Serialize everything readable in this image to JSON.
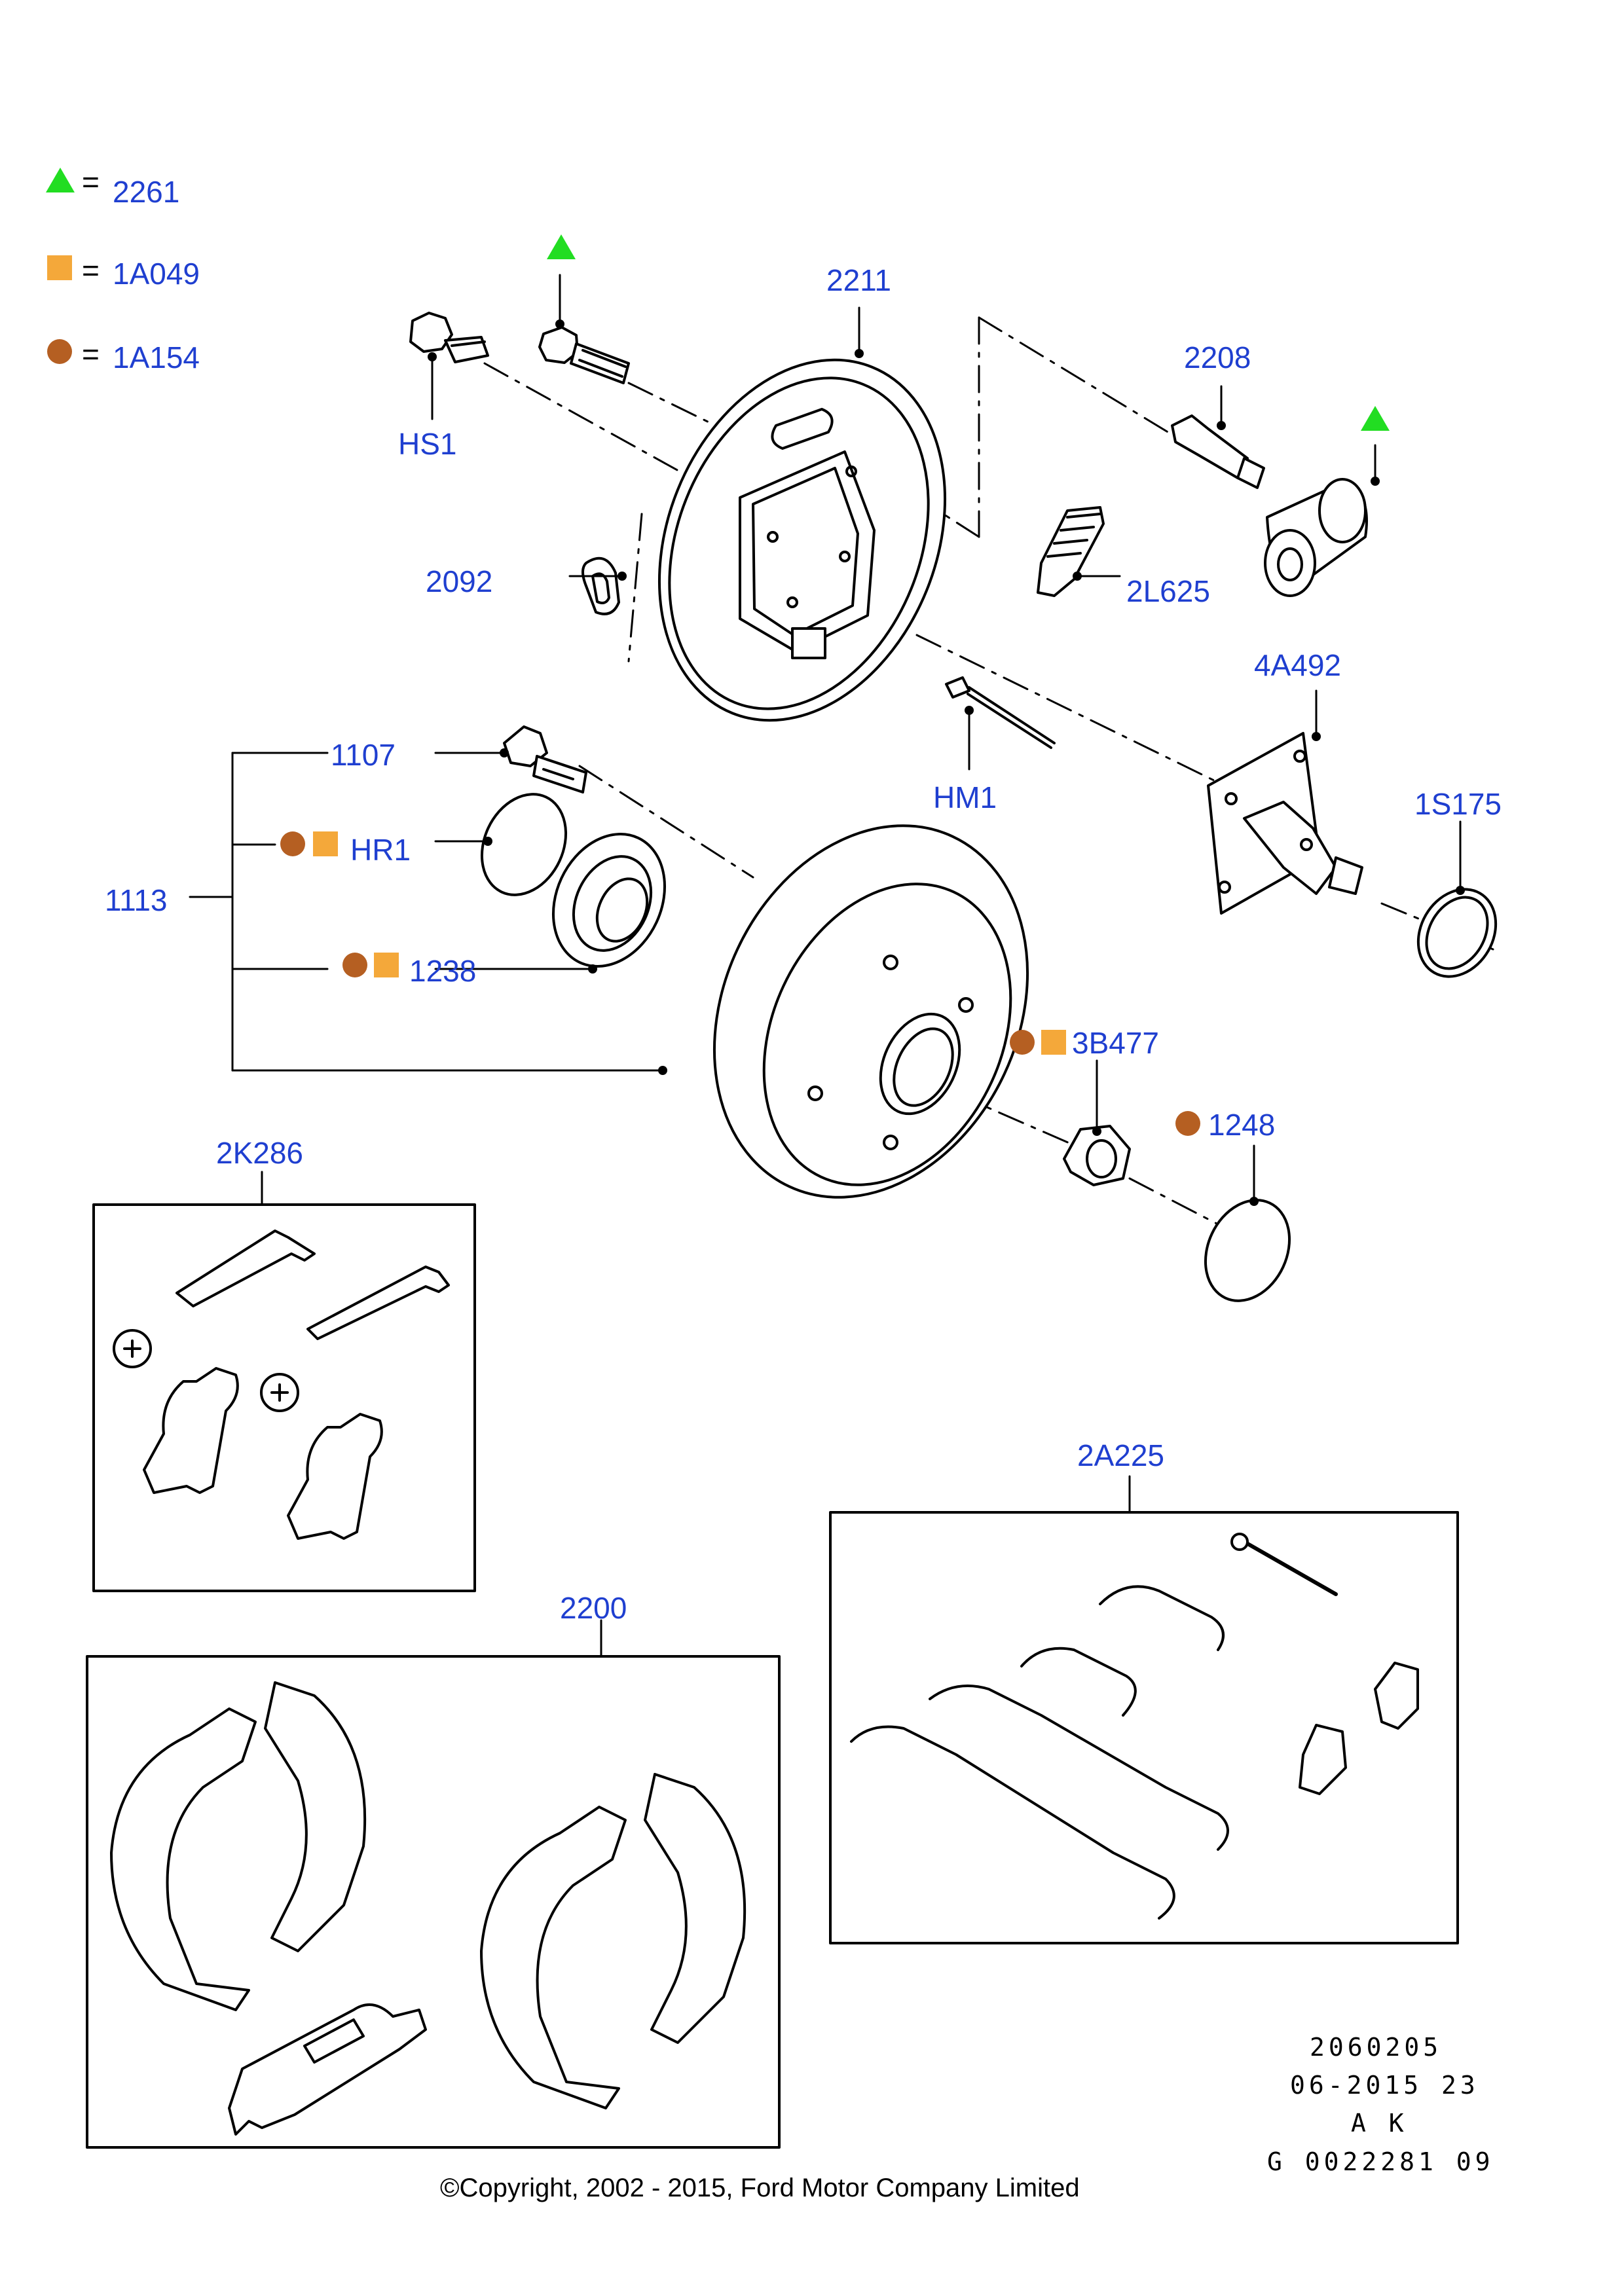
{
  "legend": [
    {
      "symbol": "triangle",
      "color": "#22dd22",
      "equals": "=",
      "part": "2261"
    },
    {
      "symbol": "square",
      "color": "#f4a83a",
      "equals": "=",
      "part": "1A049"
    },
    {
      "symbol": "circle",
      "color": "#b55f22",
      "equals": "=",
      "part": "1A154"
    }
  ],
  "parts": {
    "p2211": "2211",
    "p2208": "2208",
    "hs1": "HS1",
    "p2092": "2092",
    "p2l625": "2L625",
    "p4a492": "4A492",
    "p1107": "1107",
    "hm1": "HM1",
    "p1s175": "1S175",
    "hr1": "HR1",
    "p1113": "1113",
    "p1238": "1238",
    "p3b477": "3B477",
    "p1248": "1248",
    "p2k286": "2K286",
    "p2a225": "2A225",
    "p2200": "2200"
  },
  "meta": {
    "line1": "2060205",
    "line2": "06-2015 23",
    "line3": "A K",
    "line4": "G 0022281 09"
  },
  "copyright": "©Copyright, 2002 - 2015, Ford Motor Company Limited"
}
